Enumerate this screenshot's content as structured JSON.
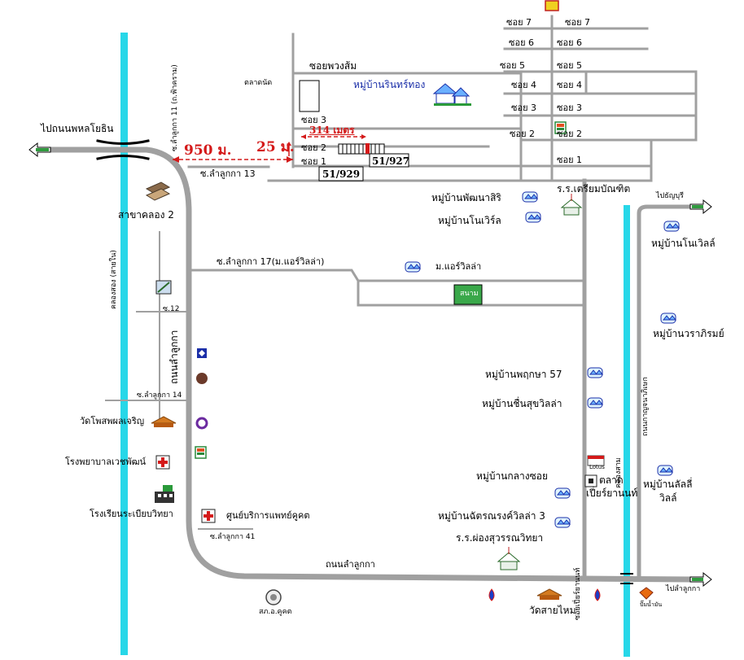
{
  "map": {
    "top_logo": "petrol-logo",
    "labels": {
      "to_phahon": "ไปถนนพหลโยธิน",
      "khlong_branch": "สาขาคลอง 2",
      "soi_lamlukka_13": "ซ.ลำลูกกา 13",
      "soi_lamlukka_11": "ซ.ลำลูกกา 11 (ถ.ฟ้าคราม)",
      "dist_950": "950 ม.",
      "dist_25": "25 ม.",
      "dist_314": "314 เมตร",
      "plot_929": "51/929",
      "plot_927": "51/927",
      "market": "ตลาดนัด",
      "soi_phuangsom": "ซอยพวงส้ม",
      "village_rinthong": "หมู่บ้านรินทร์ทอง",
      "soi_3": "ซอย 3",
      "soi_2": "ซอย 2",
      "soi_1": "ซอย 1",
      "r_soi_7a": "ซอย 7",
      "r_soi_7b": "ซอย 7",
      "r_soi_6a": "ซอย 6",
      "r_soi_6b": "ซอย 6",
      "r_soi_5a": "ซอย 5",
      "r_soi_5b": "ซอย 5",
      "r_soi_4a": "ซอย 4",
      "r_soi_4b": "ซอย 4",
      "r_soi_3a": "ซอย 3",
      "r_soi_3b": "ซอย 3",
      "r_soi_2a": "ซอย 2",
      "r_soi_2b": "ซอย 2",
      "r_soi_1": "ซอย 1",
      "school_triam": "ร.ร.เตรียมบัณฑิต",
      "village_phatthana": "หมู่บ้านพัฒนาสิริ",
      "village_novelle": "หมู่บ้านโนเวิร์ล",
      "to_thanyaburi": "ไปธัญบุรี",
      "village_novelle2": "หมู่บ้านโนเวิลล์",
      "soi_lamlukka_17": "ซ.ลำลูกกา 17(ม.แอร์วิลล่า)",
      "village_airvilla": "ม.แอร์วิลล่า",
      "field": "สนาม",
      "khlong_song": "คลองสอง (สายใน)",
      "soi_12": "ซ.12",
      "road_lamlukka_v": "ถนนลำลูกกา",
      "soi_lamlukka_14": "ซ.ลำลูกกา 14",
      "village_warapirom": "หมู่บ้านวราภิรมย์",
      "village_phruksa": "หมู่บ้านพฤกษา 57",
      "village_suksri": "หมู่บ้านชื่นสุขวิลล่า",
      "wat_phosri": "วัดโพสพผลเจริญ",
      "hospital": "โรงพยาบาลเวชพัฒน์",
      "school_raweb": "โรงเรียนระเบียบวิทยา",
      "medical_center": "ศูนย์บริการแพทย์คูคต",
      "soi_lamlukka_41": "ซ.ลำลูกกา 41",
      "village_klangsoi": "หมู่บ้านกลางซอย",
      "village_chattrong": "หมู่บ้านฉัตรณรงค์วิลล่า 3",
      "school_phong": "ร.ร.ผ่องสุวรรณวิทยา",
      "market_paiyanon": "ตลาด",
      "market_paiyanon2": "เปี่ยร์ยานนท์",
      "soi_paiyanon": "ซอยเปี่ยร์ยานนท์",
      "khlong_sam": "คลองสาม",
      "road_kanjanaphisek": "ถนนกาญจนาภิเษก",
      "village_lalisa": "หมู่บ้านลัลลี่",
      "village_lalisa2": "วิลล์",
      "road_lamlukka_h": "ถนนลำลูกกา",
      "to_lamlukka": "ไปลำลูกกา",
      "police_kukot": "สภ.อ.คูคต",
      "wat_saimai": "วัดสายไหม",
      "lotus_store": "Lotus",
      "gas_station_sign": "ปั๊มน้ำมัน"
    },
    "colors": {
      "road": "#a0a0a0",
      "canal": "#27d7e8",
      "distance_red": "#d41a1a",
      "village_blue": "#1a2ea8",
      "field_green": "#3aa84a"
    }
  }
}
